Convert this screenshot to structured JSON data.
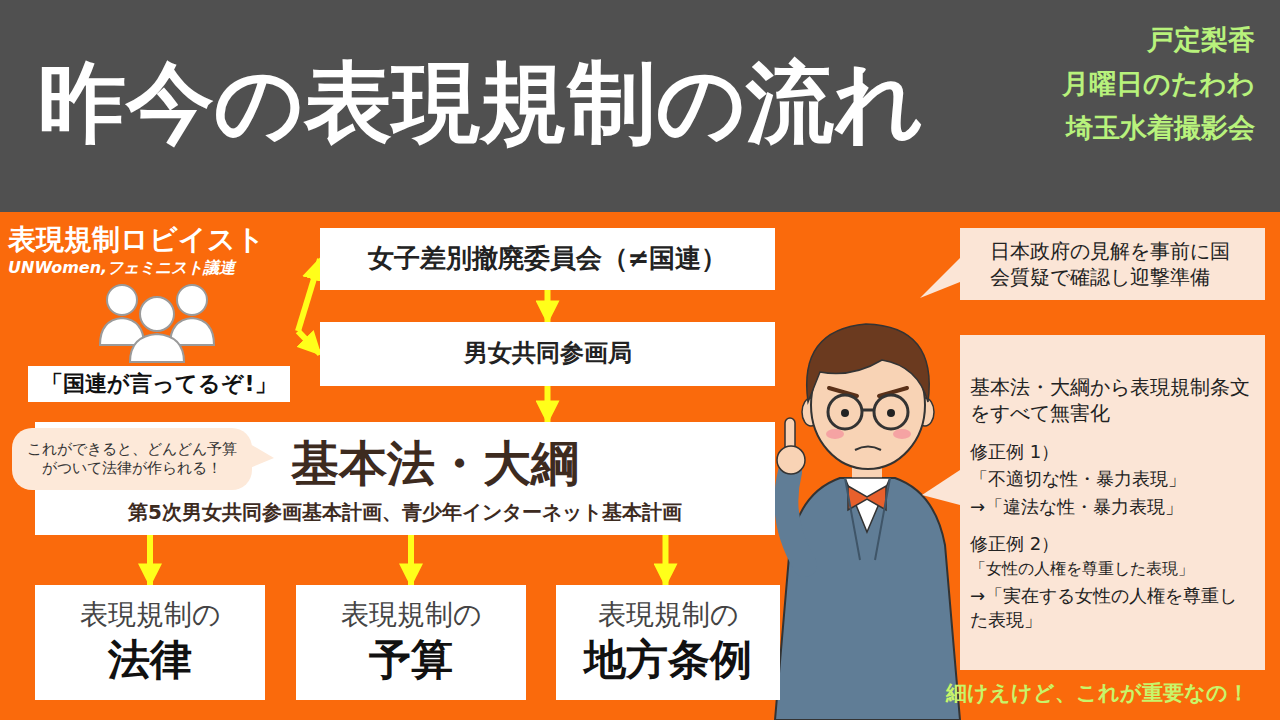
{
  "diagram": {
    "title": "昨今の表現規制の流れ",
    "nodes": [
      {
        "text": [
          "表現規制ロビイスト",
          "UNWomen,フェミニスト議連"
        ]
      },
      {
        "text": [
          "「国連が言ってるぞ!」"
        ]
      },
      {
        "text": [
          "女子差別撤廃委員会（≠国連）"
        ]
      },
      {
        "text": [
          "男女共同参画局"
        ]
      },
      {
        "text": [
          "これができると、どんどん予算がついて法律が作られる！"
        ]
      },
      {
        "text": [
          "基本法・大綱",
          "第5次男女共同参画基本計画、青少年インターネット基本計画"
        ]
      },
      {
        "text": [
          "表現規制の",
          "法律"
        ]
      },
      {
        "text": [
          "表現規制の",
          "予算"
        ]
      },
      {
        "text": [
          "表現規制の",
          "地方条例"
        ]
      },
      {
        "text": [
          "日本政府の見解を事前に国会質疑で確認し迎撃準備"
        ]
      },
      {
        "text": [
          "基本法・大綱から表現規制条文をすべて無害化",
          "修正例 1）",
          "「不適切な性・暴力表現」",
          "→「違法な性・暴力表現」",
          "修正例 2）",
          "「女性の人権を尊重した表現」",
          "→「実在する女性の人権を尊重した表現」"
        ]
      }
    ],
    "edges": [
      {
        "from": 0,
        "to": 2,
        "arrow": "to"
      },
      {
        "from": 0,
        "to": 3,
        "arrow": "to"
      },
      {
        "from": 2,
        "to": 3,
        "arrow": "to"
      },
      {
        "from": 3,
        "to": 5,
        "arrow": "to"
      },
      {
        "from": 5,
        "to": 6,
        "arrow": "to"
      },
      {
        "from": 5,
        "to": 7,
        "arrow": "to"
      },
      {
        "from": 5,
        "to": 8,
        "arrow": "to"
      }
    ],
    "labels": [
      "戸定梨香",
      "月曜日のたわわ",
      "埼玉水着撮影会",
      "細けえけど、これが重要なの！"
    ]
  }
}
